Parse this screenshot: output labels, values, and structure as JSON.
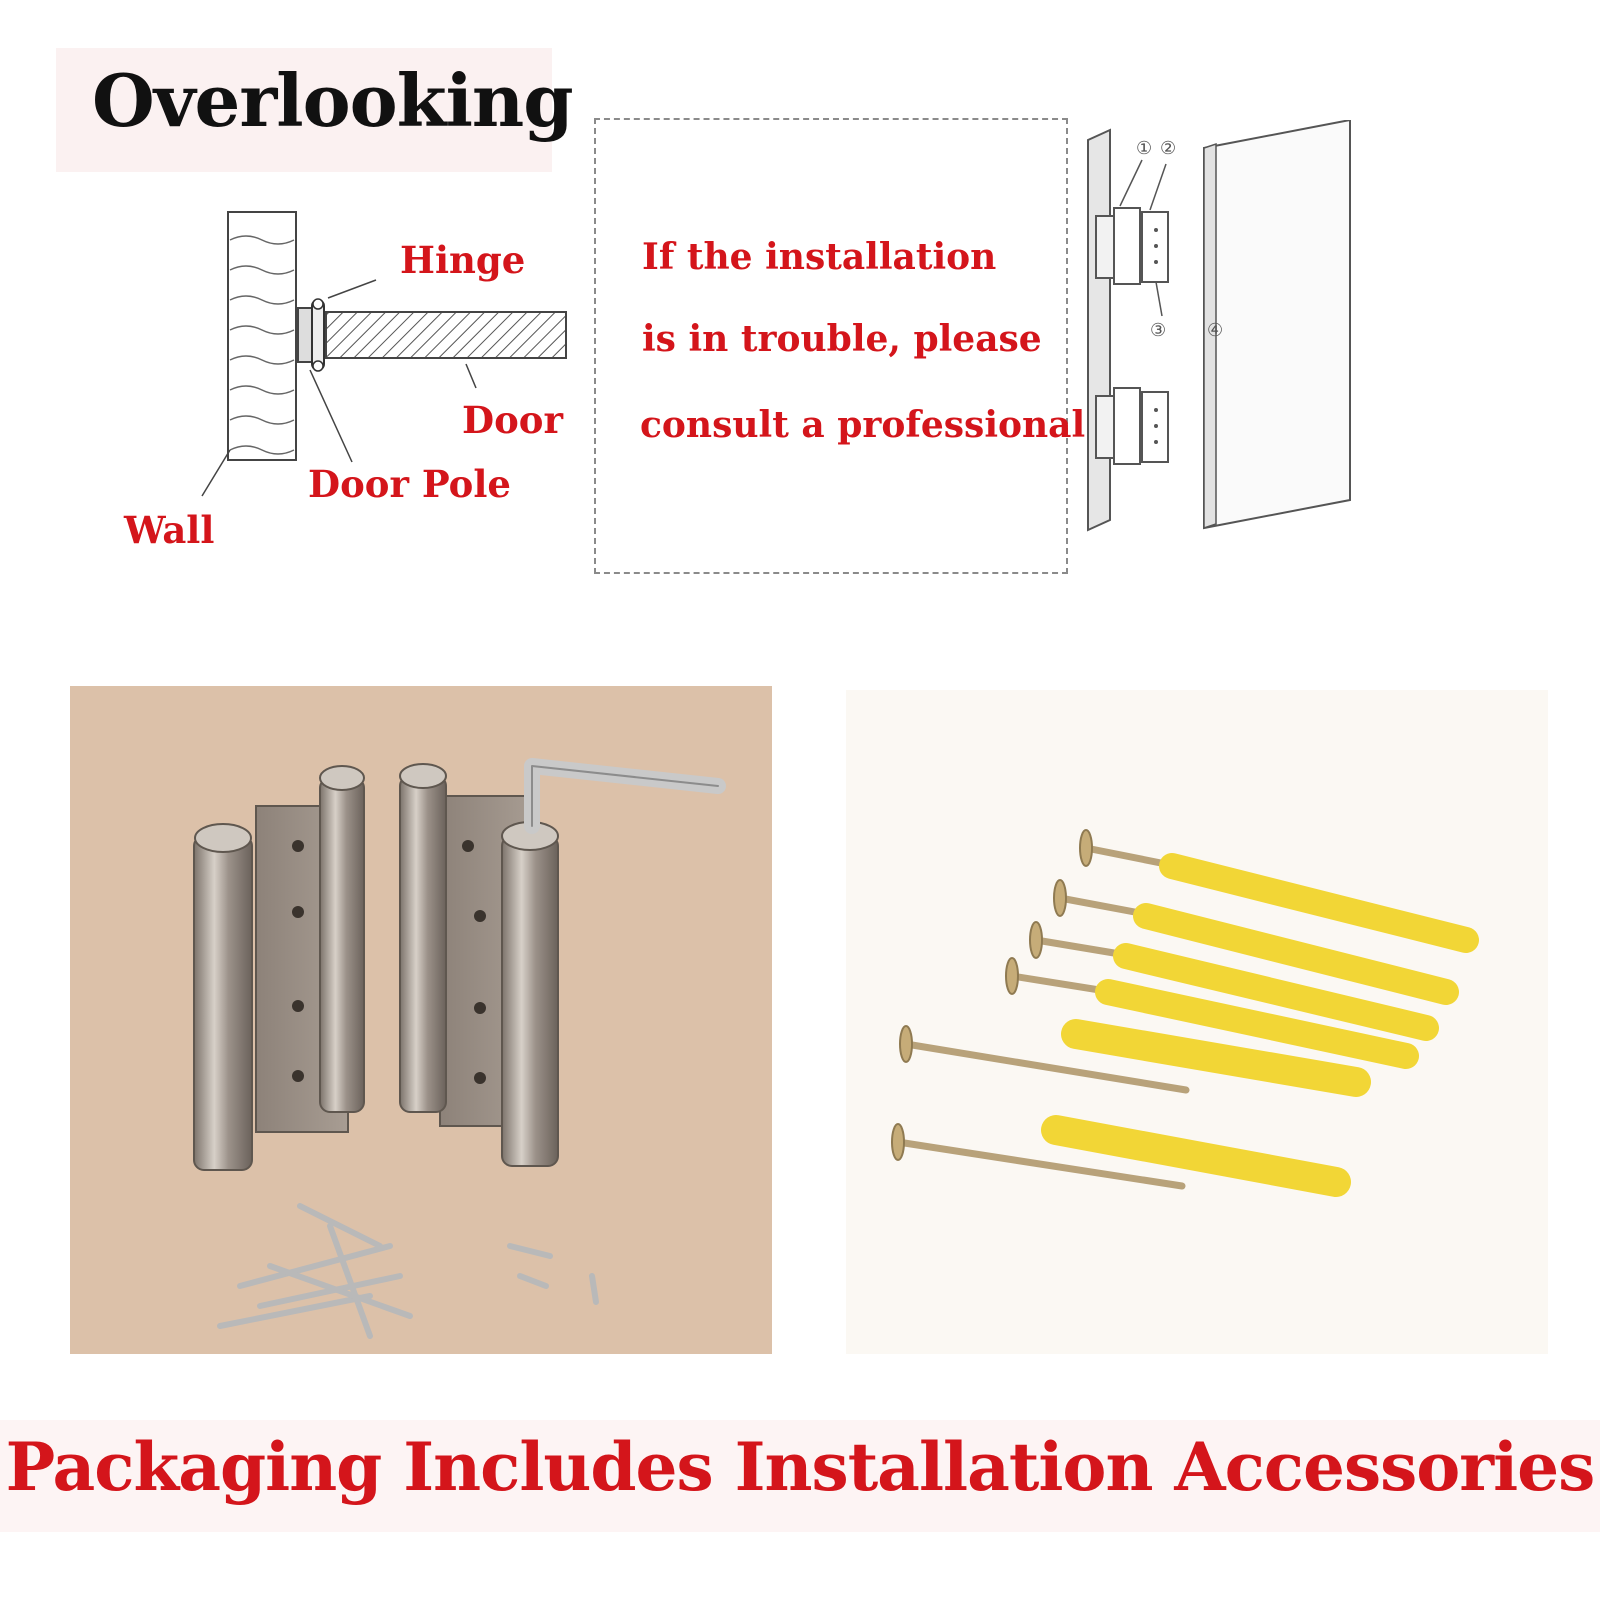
{
  "header": {
    "title": "Overlooking"
  },
  "diagram": {
    "labels": {
      "hinge": "Hinge",
      "door": "Door",
      "door_pole": "Door Pole",
      "wall": "Wall"
    },
    "callouts": [
      "①",
      "②",
      "③",
      "④"
    ]
  },
  "notice": {
    "lines": [
      "If the installation",
      "is in trouble, please",
      "consult a professional"
    ]
  },
  "footer": {
    "text": "Packaging Includes Installation Accessories"
  },
  "colors": {
    "accent_red": "#d4151b",
    "title_black": "#111111",
    "photo_left_bg": "#dcc1a9",
    "photo_right_bg": "#fbf8f3"
  }
}
